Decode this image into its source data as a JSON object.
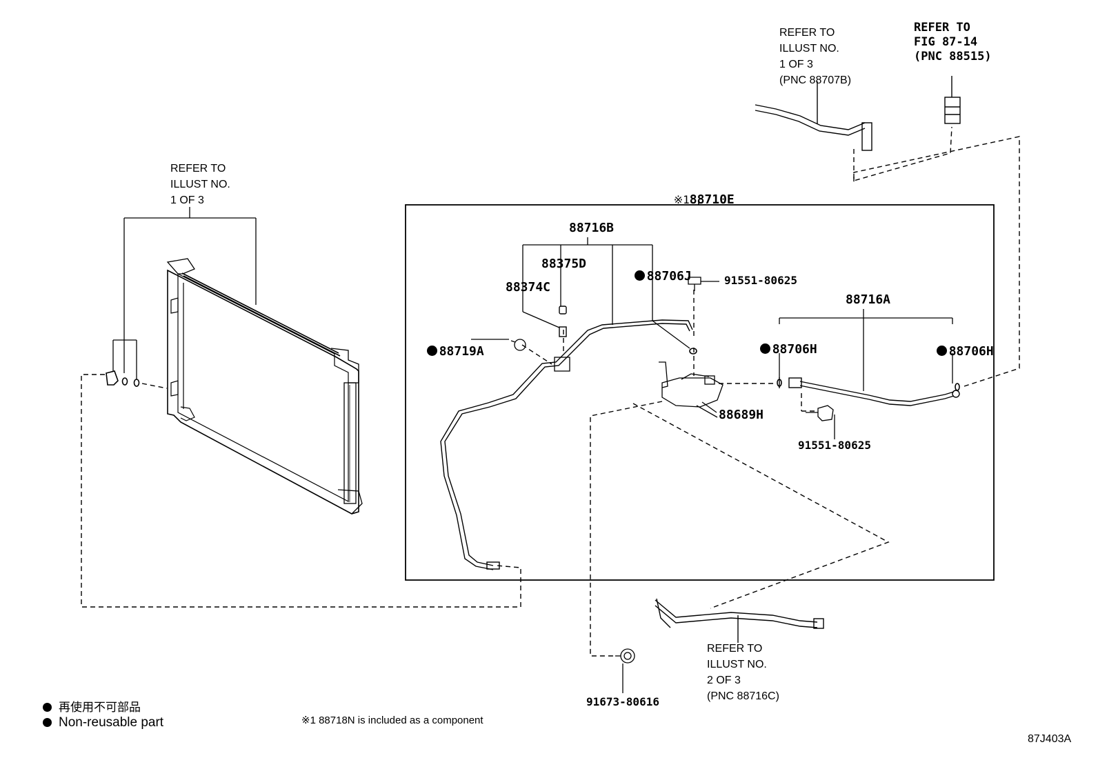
{
  "diagram_id": "87J403A",
  "refs": {
    "top_center": "REFER TO\nILLUST NO.\n1 OF 3\n(PNC 88707B)",
    "top_right": "REFER TO\nFIG 87-14\n(PNC 88515)",
    "left": "REFER TO\nILLUST NO.\n1 OF 3",
    "bottom": "REFER TO\nILLUST NO.\n2 OF 3\n(PNC 88716C)"
  },
  "parts": {
    "assembly": "88710E",
    "assembly_mark": "※1",
    "p88716B": "88716B",
    "p88375D": "88375D",
    "p88374C": "88374C",
    "p88706J": "88706J",
    "p88719A": "88719A",
    "bolt_top": "91551-80625",
    "p88716A": "88716A",
    "p88706H_left": "88706H",
    "p88706H_right": "88706H",
    "p88689H": "88689H",
    "bolt_mid": "91551-80625",
    "bolt_bottom": "91673-80616"
  },
  "legend": {
    "line1": "再使用不可部品",
    "line2": "Non-reusable part",
    "note": "※1 88718N is included as a component"
  }
}
